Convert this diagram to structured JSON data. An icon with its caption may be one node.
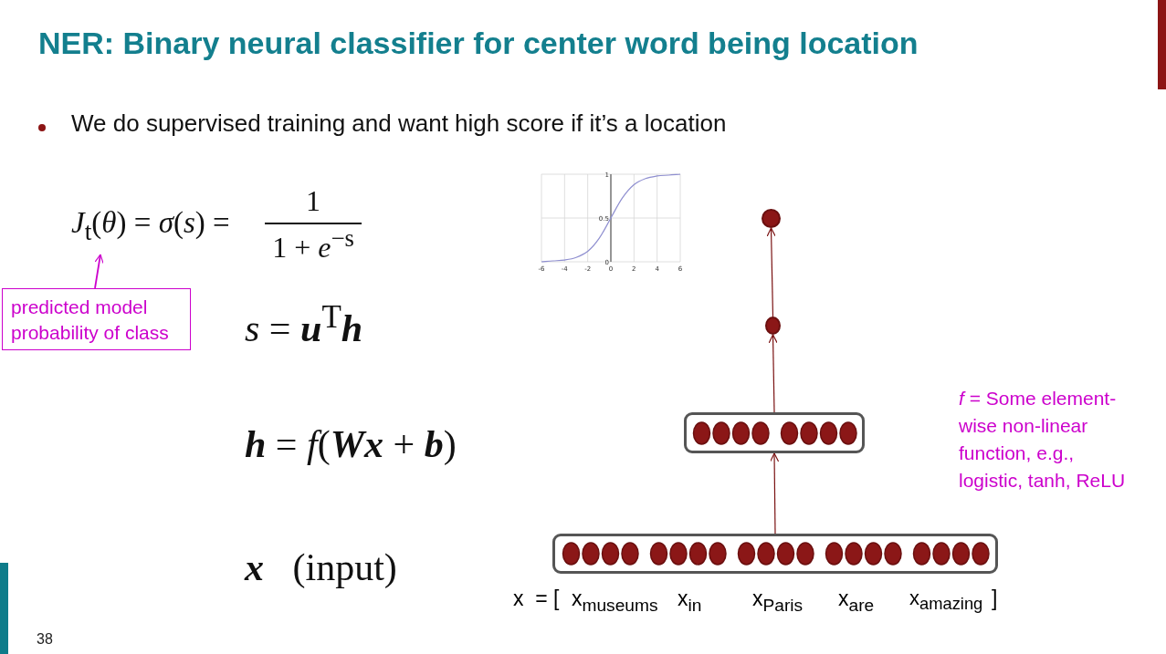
{
  "diagram": {
    "title": "NER: Binary neural classifier for center word being location",
    "nodes": [
      {
        "text": [
          "predicted model probability of class"
        ]
      },
      {
        "text": [
          "*J*$_{t}$(*θ*) = *σ*(*s*) =",
          "1",
          "1 + *e*$^{−s}$"
        ]
      },
      {
        "text": [],
        "shape": "circle"
      },
      {
        "text": [],
        "shape": "circle"
      },
      {
        "text": [],
        "shape": "box"
      },
      {
        "text": [],
        "shape": "box"
      }
    ],
    "edges": [
      {
        "from": 0,
        "to": 1,
        "arrow": "to",
        "color": "#cc00cc"
      },
      {
        "from": 5,
        "to": 4,
        "arrow": "to"
      },
      {
        "from": 4,
        "to": 3,
        "arrow": "to"
      },
      {
        "from": 3,
        "to": 2,
        "arrow": "to"
      }
    ],
    "labels": [
      "We do supervised training and want high score if it’s a location",
      "*s* = **u**$^{T}$**h**",
      "**h** = *f*(**Wx** + **b**)",
      "**x**   (input)",
      "x  = [",
      "x$_{museums}$",
      "x$_{in}$",
      "x$_{Paris}$",
      "x$_{are}$",
      "x$_{amazing}$",
      "]",
      "*f* = Some element-wise non-linear function, e.g., logistic, tanh, ReLU",
      "38"
    ],
    "chart_data": {
      "type": "line",
      "x": [
        -6,
        -5,
        -4,
        -3,
        -2,
        -1,
        0,
        1,
        2,
        3,
        4,
        5,
        6
      ],
      "series": [
        {
          "color": "#8f8fd0",
          "values": [
            0,
            0.01,
            0.02,
            0.05,
            0.12,
            0.27,
            0.5,
            0.73,
            0.88,
            0.95,
            0.98,
            0.99,
            1
          ]
        }
      ],
      "grid": true,
      "xlim": [
        -6,
        6
      ],
      "ylim": [
        0,
        1
      ],
      "xticks": [
        -6,
        -4,
        -2,
        0,
        2,
        4,
        6
      ],
      "yticks": [
        0,
        0.5,
        1
      ]
    }
  }
}
